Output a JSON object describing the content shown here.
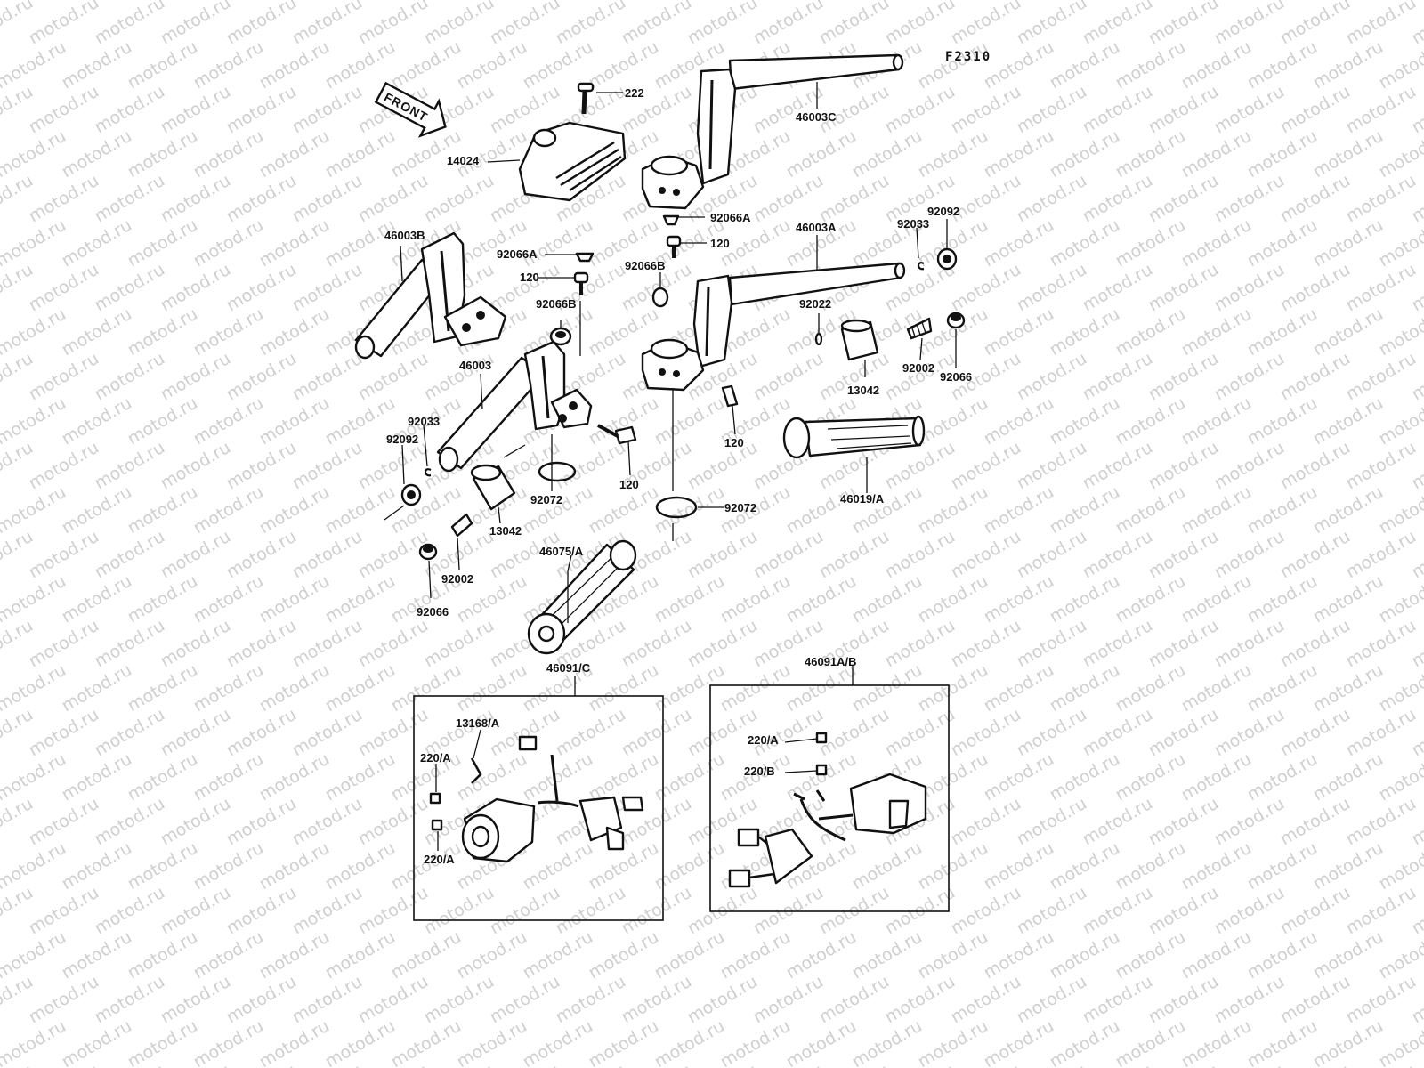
{
  "diagram_code": "F2310",
  "front_label": "FRONT",
  "watermark": "motod.ru",
  "labels": {
    "p222": "222",
    "p46003C": "46003C",
    "p14024": "14024",
    "p92066A_top": "92066A",
    "p46003A": "46003A",
    "p92033_r": "92033",
    "p92092_r": "92092",
    "p46003B": "46003B",
    "p92066A_mid": "92066A",
    "p120_a": "120",
    "p120_b": "120",
    "p92066B_a": "92066B",
    "p92066B_b": "92066B",
    "p92022": "92022",
    "p92002_r": "92002",
    "p92066_r": "92066",
    "p13042_r": "13042",
    "p46003": "46003",
    "p120_c": "120",
    "p92033_l": "92033",
    "p92092_l": "92092",
    "p120_d": "120",
    "p92072_a": "92072",
    "p92072_b": "92072",
    "p13042_l": "13042",
    "p46019A": "46019/A",
    "p92002_l": "92002",
    "p46075A": "46075/A",
    "p92066_l": "92066",
    "p46091C": "46091/C",
    "p46091AB": "46091A/B",
    "p13168A": "13168/A",
    "p220A_l1": "220/A",
    "p220A_l2": "220/A",
    "p220A_r": "220/A",
    "p220B_r": "220/B"
  }
}
